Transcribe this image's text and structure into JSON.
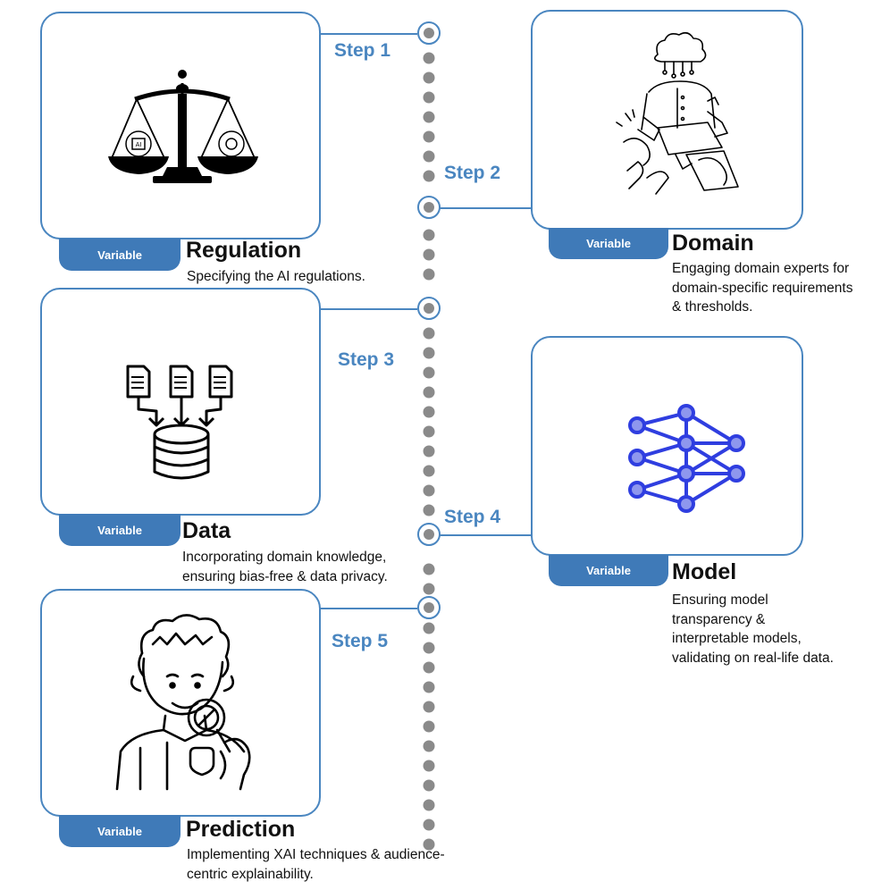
{
  "colors": {
    "accent": "#4a86c0",
    "tag": "#3f7ab8",
    "timeline_dot": "#8a8a8a",
    "network_blue": "#2f3ee0"
  },
  "steps": [
    {
      "step_label": "Step 1",
      "tag": "Variable",
      "title": "Regulation",
      "description": "Specifying the AI regulations.",
      "icon": "scales-of-justice-icon"
    },
    {
      "step_label": "Step 2",
      "tag": "Variable",
      "title": "Domain",
      "description": "Engaging domain experts for domain-specific requirements & thresholds.",
      "icon": "domain-experts-collaboration-icon"
    },
    {
      "step_label": "Step 3",
      "tag": "Variable",
      "title": "Data",
      "description": "Incorporating domain knowledge, ensuring bias-free & data privacy.",
      "icon": "documents-to-database-icon"
    },
    {
      "step_label": "Step 4",
      "tag": "Variable",
      "title": "Model",
      "description": "Ensuring model transparency & interpretable models, validating on real-life data.",
      "icon": "neural-network-icon"
    },
    {
      "step_label": "Step 5",
      "tag": "Variable",
      "title": "Prediction",
      "description": "Implementing XAI techniques & audience-centric explainability.",
      "icon": "person-with-magnifier-icon"
    }
  ]
}
